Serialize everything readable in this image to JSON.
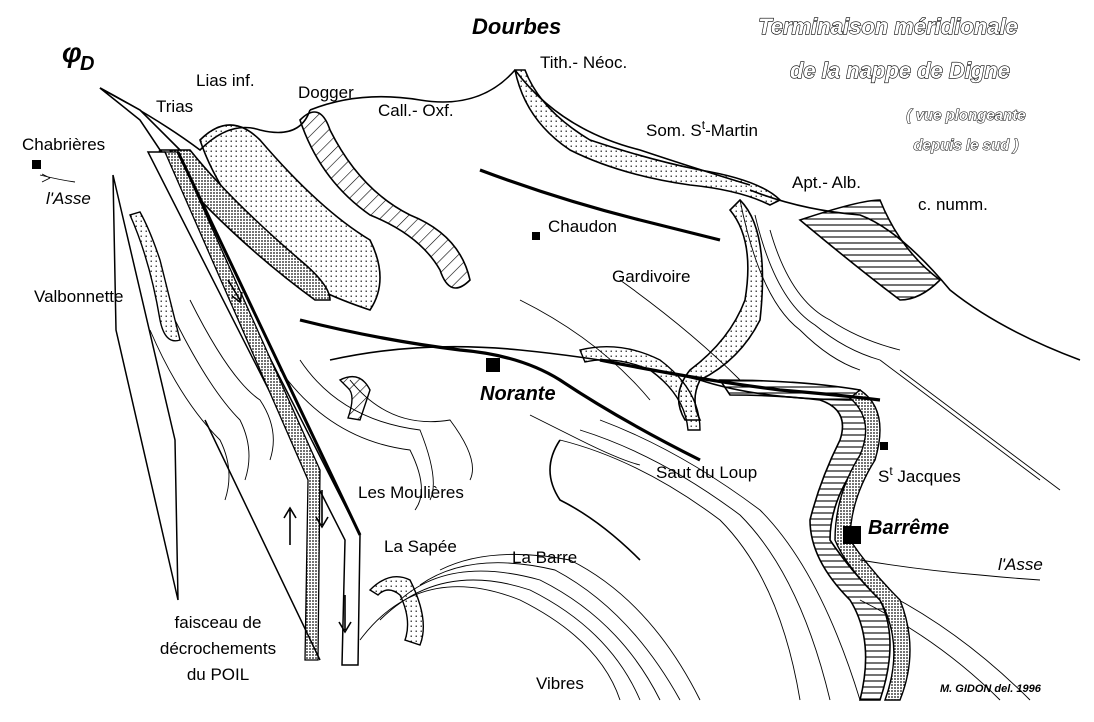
{
  "title": {
    "line1": "Terminaison méridionale",
    "line2": "de la nappe de Digne",
    "sub1": "( vue plongeante",
    "sub2": "depuis le sud )"
  },
  "author": "M. GIDON del. 1996",
  "symbol": {
    "phi": "φ",
    "d": "D"
  },
  "stratigraphy": {
    "trias": "Trias",
    "lias": "Lias inf.",
    "dogger": "Dogger",
    "call_oxf": "Call.- Oxf.",
    "tith_neoc": "Tith.- Néoc.",
    "apt_alb": "Apt.- Alb.",
    "c_numm": "c. numm."
  },
  "places": {
    "dourbes": "Dourbes",
    "chabrieres": "Chabrières",
    "asse_w": "l'Asse",
    "valbonnette": "Valbonnette",
    "chaudon": "Chaudon",
    "gardivoire": "Gardivoire",
    "som_st_martin_a": "Som. S",
    "som_st_martin_sup": "t",
    "som_st_martin_b": "-Martin",
    "norante": "Norante",
    "saut_du_loup": "Saut du Loup",
    "st_jacques_a": "S",
    "st_jacques_sup": "t",
    "st_jacques_b": " Jacques",
    "barreme": "Barrême",
    "asse_e": "l'Asse",
    "moulieres": "Les Moulières",
    "sapee": "La Sapée",
    "la_barre": "La Barre",
    "vibres": "Vibres"
  },
  "fault_bundle": {
    "line1": "faisceau de",
    "line2": "décrochements",
    "line3": "du POIL"
  }
}
